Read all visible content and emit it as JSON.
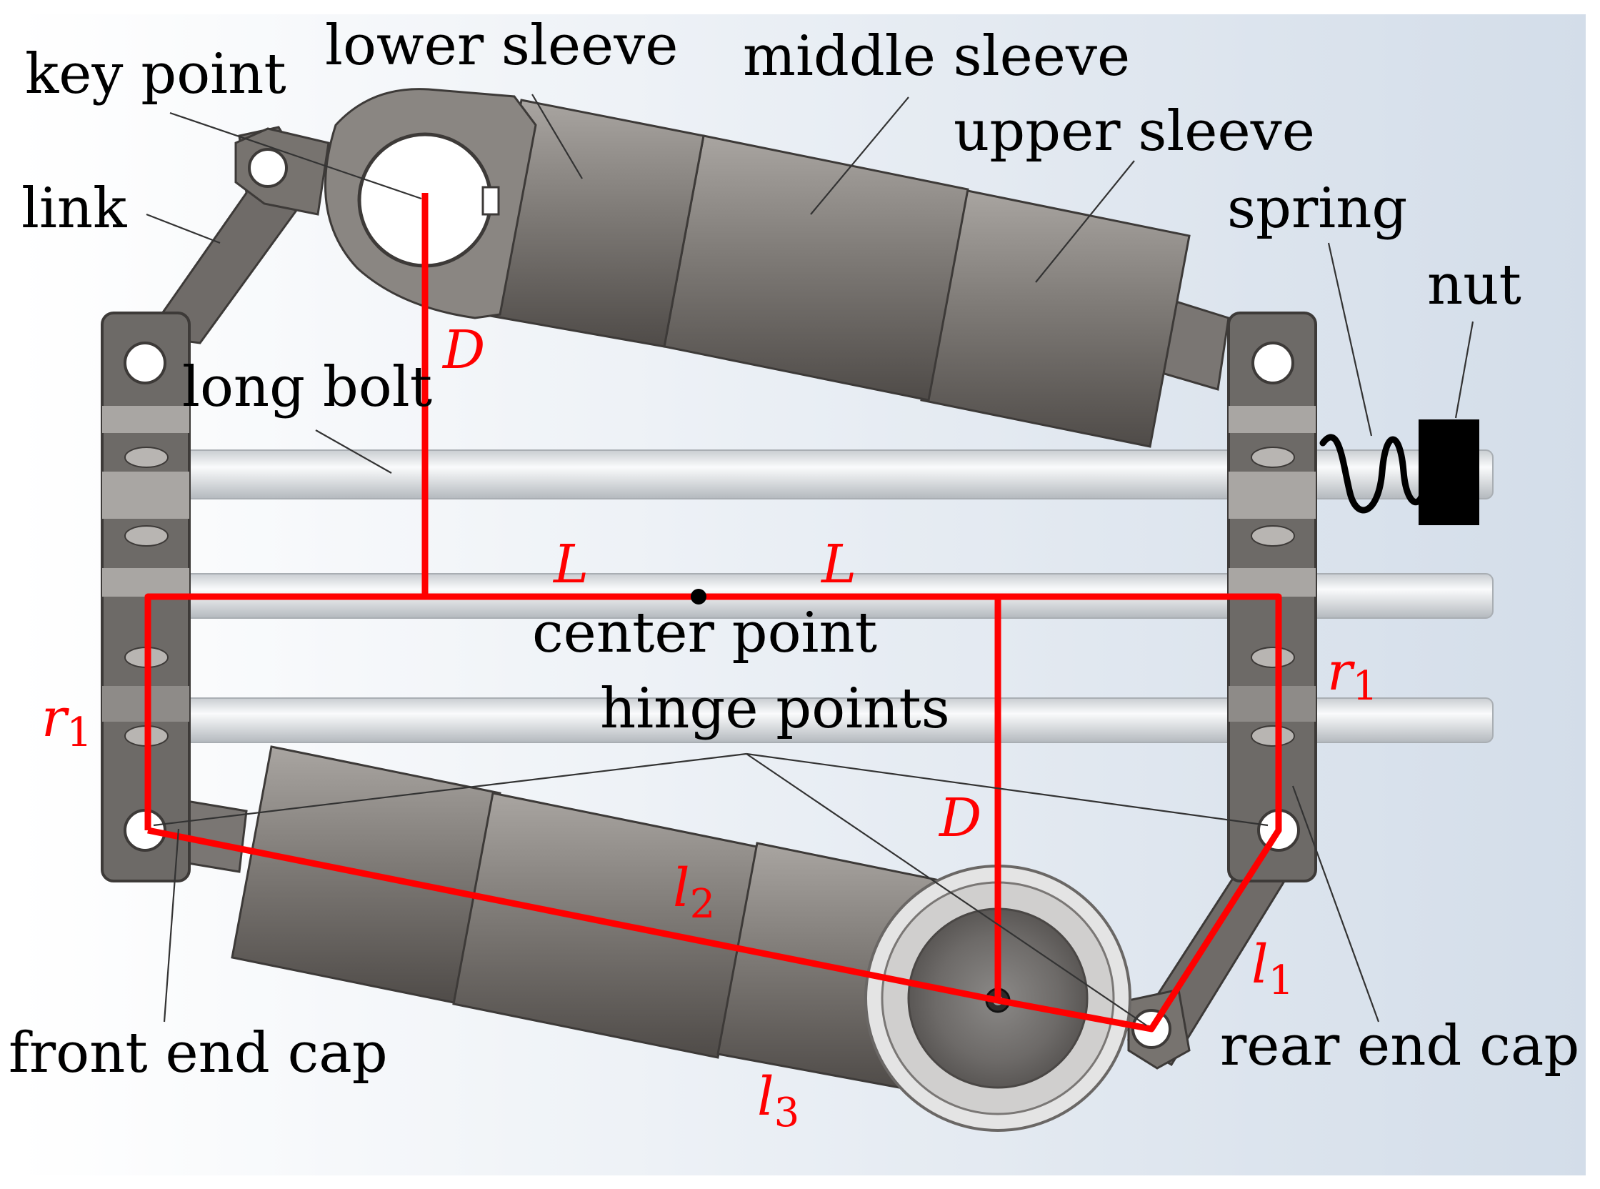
{
  "colors": {
    "accent_red": "#ff0000",
    "part_dark": "#6e6a67",
    "part_mid": "#8c8884",
    "background": "#e6ecf3",
    "rod": "#e2e4e6",
    "nut": "#000000"
  },
  "labels": {
    "key_point": "key point",
    "lower_sleeve": "lower sleeve",
    "middle_sleeve": "middle sleeve",
    "upper_sleeve": "upper sleeve",
    "link": "link",
    "spring": "spring",
    "nut": "nut",
    "long_bolt": "long bolt",
    "center_point": "center point",
    "hinge_points": "hinge points",
    "front_end_cap": "front end cap",
    "rear_end_cap": "rear end cap"
  },
  "symbols": {
    "D": "D",
    "L": "L",
    "r": "r",
    "l": "l",
    "one": "1",
    "two": "2",
    "three": "3"
  }
}
